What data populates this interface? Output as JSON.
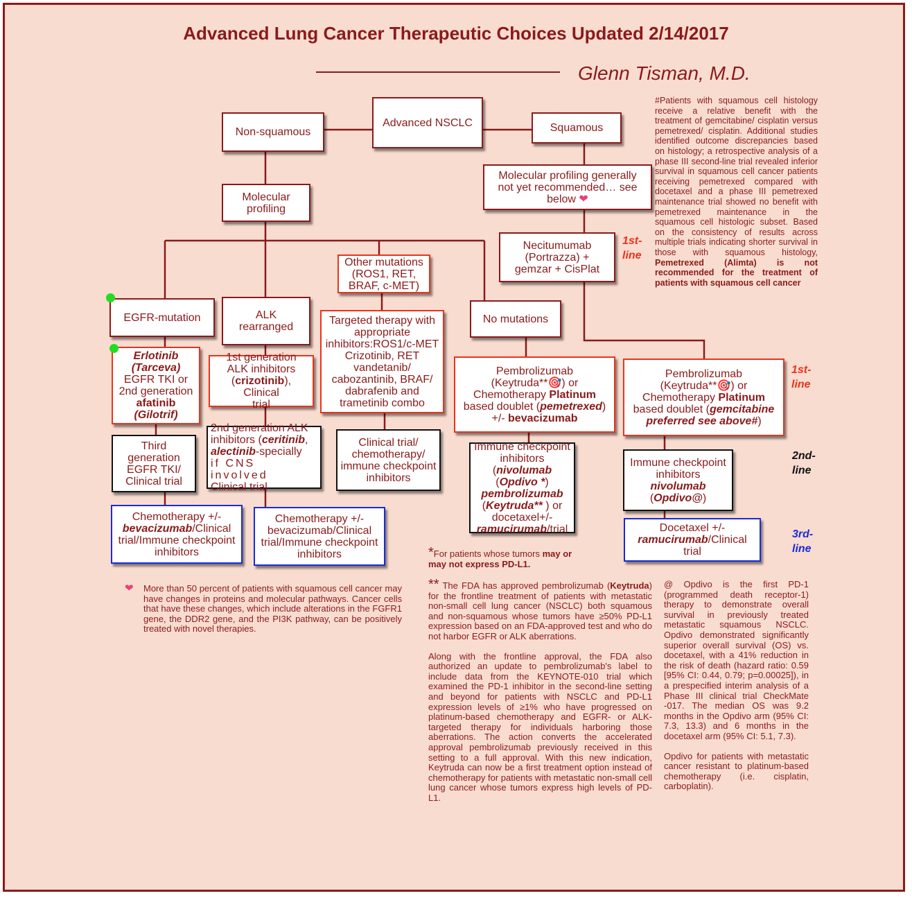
{
  "title": "Advanced Lung Cancer Therapeutic Choices Updated 2/14/2017",
  "author": "Glenn Tisman, M.D.",
  "boxes": {
    "advanced_nsclc": "Advanced NSCLC",
    "non_squamous": "Non-squamous",
    "squamous": "Squamous",
    "molecular_profiling": [
      "Molecular",
      "profiling"
    ],
    "sq_molecular": [
      "Molecular profiling generally",
      "not yet recommended… see",
      "below"
    ],
    "other_mutations": [
      "Other mutations",
      "(ROS1, RET,",
      "BRAF, c-MET)"
    ],
    "necitumumab": [
      "Necitumumab",
      "(Portrazza) +",
      "gemzar + CisPlat"
    ],
    "egfr_mutation": "EGFR-mutation",
    "alk_rearranged": [
      "ALK",
      "rearranged"
    ],
    "no_mutations": "No mutations",
    "targeted_therapy": [
      "Targeted therapy with",
      "appropriate",
      "inhibitors:ROS1/c-MET",
      "Crizotinib, RET",
      "vandetanib/",
      "cabozantinib, BRAF/",
      "dabrafenib and",
      "trametinib combo"
    ],
    "erlotinib": {
      "l1": "Erlotinib",
      "l2": "(Tarceva)",
      "l3": "EGFR TKI or",
      "l4": "2nd generation",
      "l5": "afatinib",
      "l6": "(Gilotrif)"
    },
    "alk_first": {
      "l1": "1st generation",
      "l2": "ALK inhibitors",
      "l3a": "(",
      "l3b": "crizotinib",
      "l3c": "), Clinical",
      "l4": "trial"
    },
    "pembro_nonsq": {
      "l1": "Pembrolizumab",
      "l2": "(Keytruda**🎯) or",
      "l3a": "Chemotherapy ",
      "l3b": "Platinum",
      "l4a": "based doublet (",
      "l4b": "pemetrexed",
      "l4c": ")",
      "l5a": "+/- ",
      "l5b": "bevacizumab"
    },
    "pembro_sq": {
      "l1": "Pembrolizumab",
      "l2": "(Keytruda**🎯) or",
      "l3a": "Chemotherapy ",
      "l3b": "Platinum",
      "l4a": "based doublet (",
      "l4b": "gemcitabine",
      "l5": "preferred see above#",
      "l5c": ")"
    },
    "third_gen": [
      "Third",
      "generation",
      "EGFR TKI/",
      "Clinical trial"
    ],
    "alk_second": {
      "l1": "2nd generation ALK",
      "l2a": "inhibitors (",
      "l2b": "ceritinib",
      "l2c": ",",
      "l3a": "alectinib",
      "l3b": "-specially",
      "l4": "if CNS involved",
      "l5": "Clinical trial"
    },
    "clinical_trial_chemo": [
      "Clinical trial/",
      "chemotherapy/",
      "immune checkpoint",
      "inhibitors"
    ],
    "checkpoint_nonsq": {
      "l1": "Immune checkpoint",
      "l2a": "inhibitors (",
      "l2b": "nivolumab",
      "l3a": "(",
      "l3b": "Opdivo *",
      "l3c": ")",
      "l4": "pembrolizumab",
      "l5a": "(",
      "l5b": "Keytruda**",
      "l5c": " ) or",
      "l6": "docetaxel+/-",
      "l7a": "ramucirumab",
      "l7b": "/trial"
    },
    "checkpoint_sq": {
      "l1": "Immune checkpoint",
      "l2": "inhibitors",
      "l3": "nivolumab",
      "l4a": "(",
      "l4b": "Opdivo@",
      "l4c": ")"
    },
    "chemo_egfr": {
      "l1": "Chemotherapy +/-",
      "l2a": "bevacizumab",
      "l2b": "/Clinical",
      "l3": "trial/Immune checkpoint",
      "l4": "inhibitors"
    },
    "chemo_alk": [
      "Chemotherapy +/-",
      "bevacizumab/Clinical",
      "trial/Immune checkpoint",
      "inhibitors"
    ],
    "docetaxel": {
      "l1": "Docetaxel +/-",
      "l2a": "ramucirumab",
      "l2b": "/Clinical",
      "l3": "trial"
    }
  },
  "line_labels": {
    "first_a": [
      "1st-",
      "line"
    ],
    "first_b": [
      "1st-",
      "line"
    ],
    "second": [
      "2nd-",
      "line"
    ],
    "third": [
      "3rd-",
      "line"
    ]
  },
  "notes": {
    "squamous_hash": "#Patients with squamous cell histology receive a relative benefit with the treatment of gemcitabine/ cisplatin versus pemetrexed/ cisplatin. Additional studies identified outcome discrepancies based on histology; a retrospective analysis of a phase III second-line trial revealed inferior survival in squamous cell cancer patients receiving pemetrexed compared with docetaxel and a phase III pemetrexed maintenance trial showed no benefit with pemetrexed maintenance in the squamous cell histologic subset. Based on the consistency of results across multiple trials indicating shorter survival in those with squamous histology, ",
    "squamous_hash_bold": "Pemetrexed (Alimta) is not recommended for the treatment of patients with squamous cell cancer",
    "heart_note": "More than 50 percent of patients with squamous cell cancer may have changes in proteins and molecular pathways. Cancer cells that have these changes, which include alterations in the FGFR1 gene, the DDR2 gene, and the PI3K pathway, can be positively treated with novel therapies.",
    "star_a": "*",
    "star_b": "For patients whose tumors ",
    "star_c": "may or may not express PD-L1.",
    "dstar_mark": "**",
    "dstar_a": " The FDA has approved pembrolizumab (",
    "dstar_b": "Keytruda",
    "dstar_c": ") for the frontline treatment of patients with metastatic non-small cell lung cancer (NSCLC) both squamous and non-squamous whose tumors have ≥50% PD-L1 expression based on an FDA-approved test and who do not harbor EGFR or ALK aberrations.",
    "dstar_p2": "Along with the frontline approval, the FDA also authorized an update to pembrolizumab's label to include data from the KEYNOTE-010 trial which examined the PD-1 inhibitor in the second-line setting and beyond for patients with NSCLC and PD-L1 expression levels of ≥1% who have progressed on platinum-based chemotherapy and EGFR- or ALK-targeted therapy for individuals harboring those aberrations. The action converts the accelerated approval pembrolizumab previously received in this setting to a full approval. With this new indication, Keytruda can now be a first treatment option instead of chemotherapy for patients with metastatic non-small cell lung cancer whose tumors express high levels of PD-L1.",
    "at_p1": "@ Opdivo is the first PD-1 (programmed death receptor-1) therapy to demonstrate overall survival in previously treated metastatic squamous NSCLC. Opdivo demonstrated significantly superior overall survival (OS) vs. docetaxel, with a 41% reduction in the risk of death (hazard ratio: 0.59 [95% CI: 0.44, 0.79; p=0.00025]), in a prespecified interim analysis of a Phase III clinical trial CheckMate -017. The median OS was 9.2 months in the Opdivo arm (95% CI: 7.3, 13.3) and 6 months in the docetaxel arm (95% CI: 5.1, 7.3).",
    "at_p2": "Opdivo for patients with metastatic cancer resistant to platinum-based chemotherapy (i.e. cisplatin, carboplatin)."
  },
  "icons": {
    "heart": "❤",
    "target": "🎯"
  },
  "colors": {
    "maroon": "#8b1a1a",
    "red_border": "#e8341c",
    "blue_border": "#1a2ad6",
    "background": "#f8dcd0",
    "green_dot": "#22dd22"
  }
}
